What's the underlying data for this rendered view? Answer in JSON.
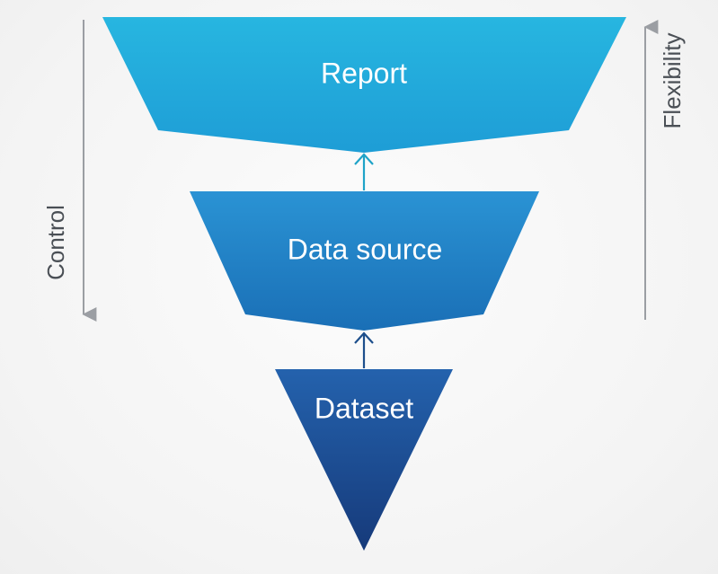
{
  "layers": [
    {
      "label": "Report"
    },
    {
      "label": "Data source"
    },
    {
      "label": "Dataset"
    }
  ],
  "axes": {
    "left_label": "Control",
    "right_label": "Flexibility"
  },
  "colors": {
    "report_top": "#27b6e0",
    "report_bottom": "#1e9dd6",
    "source_top": "#2a93d4",
    "source_bottom": "#1a6fb6",
    "dataset_top": "#2462ad",
    "dataset_bottom": "#163a7a",
    "axis": "#9b9ea3"
  }
}
